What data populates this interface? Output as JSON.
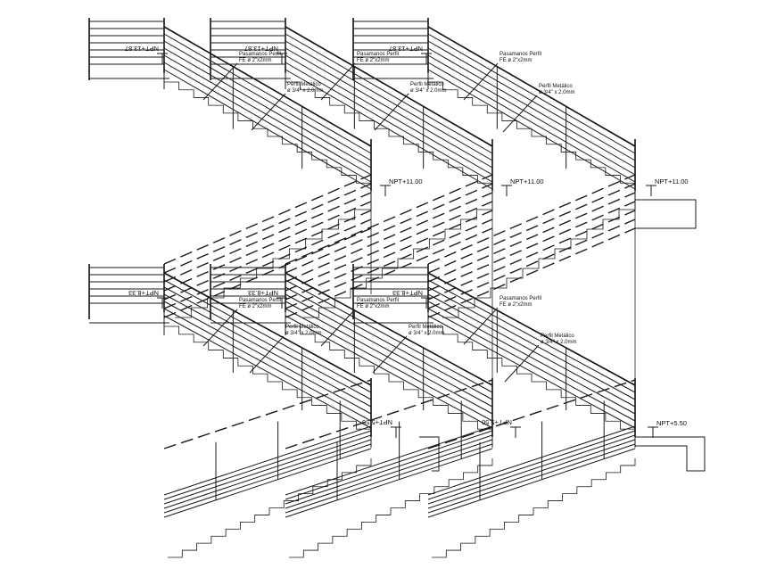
{
  "sections": [
    {
      "level_marks": [
        {
          "text": "NPT+13.87",
          "flipped": true
        },
        {
          "text": "NPT+13.87",
          "flipped": true
        },
        {
          "text": "NPT+13.87",
          "flipped": true
        },
        {
          "text": "NPT+11.00",
          "flipped": false
        },
        {
          "text": "NPT+11.00",
          "flipped": false
        },
        {
          "text": "NPT+11.00",
          "flipped": false
        }
      ],
      "callouts": [
        {
          "lines": [
            "Pasamanos Perfil",
            "FE ø 2\"x2mm"
          ]
        },
        {
          "lines": [
            "Pasamanos Perfil",
            "FE ø 2\"x2mm"
          ]
        },
        {
          "lines": [
            "Pasamanos Perfil",
            "FE ø 2\"x2mm"
          ]
        },
        {
          "lines": [
            "Perfil Metálico",
            "ø 3/4\" x 2.0mm"
          ]
        },
        {
          "lines": [
            "Perfil Metálico",
            "ø 3/4\" x 2.0mm"
          ]
        },
        {
          "lines": [
            "Perfil Metálico",
            "ø 3/4\" x 2.0mm"
          ]
        }
      ]
    },
    {
      "level_marks": [
        {
          "text": "NPT+8.33",
          "flipped": true
        },
        {
          "text": "NPT+8.33",
          "flipped": true
        },
        {
          "text": "NPT+8.33",
          "flipped": true
        },
        {
          "text": "NPT+5.50",
          "flipped": true
        },
        {
          "text": "NPT+5.50",
          "flipped": true
        },
        {
          "text": "NPT+5.50",
          "flipped": false
        }
      ],
      "callouts": [
        {
          "lines": [
            "Pasamanos Perfil",
            "FE ø 2\"x2mm"
          ]
        },
        {
          "lines": [
            "Pasamanos Perfil",
            "FE ø 2\"x2mm"
          ]
        },
        {
          "lines": [
            "Pasamanos Perfil",
            "FE ø 2\"x2mm"
          ]
        },
        {
          "lines": [
            "Perfil Metálico",
            "ø 3/4\" x 2.0mm"
          ]
        },
        {
          "lines": [
            "Perfil Metálico",
            "ø 3/4\" x 2.0mm"
          ]
        },
        {
          "lines": [
            "Perfil Metálico",
            "ø 3/4\" x 2.0mm"
          ]
        }
      ]
    }
  ]
}
